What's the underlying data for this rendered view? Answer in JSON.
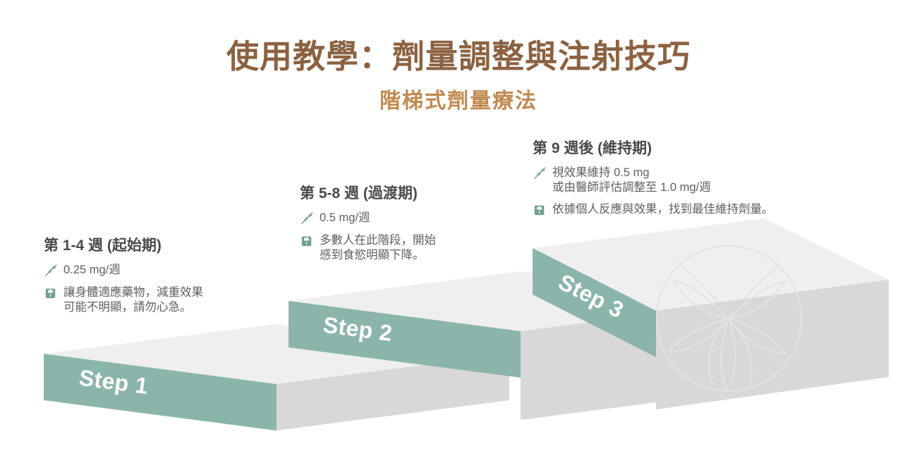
{
  "header": {
    "title": "使用教學：劑量調整與注射技巧",
    "subtitle": "階梯式劑量療法"
  },
  "colors": {
    "title": "#8b6241",
    "subtitle": "#c08a50",
    "step_face": "#8bb5ab",
    "step_top": "#efefef",
    "step_side": "#d8d8d8",
    "heading_text": "#4a4a4a",
    "body_text": "#5f5f5f",
    "step_label_text": "#ffffff",
    "watermark": "#e6e6e6"
  },
  "steps": [
    {
      "id": "step-1",
      "label": "Step 1",
      "heading": "第 1-4 週 (起始期)",
      "dose_icon": "syringe-icon",
      "dose": "0.25 mg/週",
      "note_icon": "scale-icon",
      "note": "讓身體適應藥物，減重效果\n可能不明顯，請勿心急。"
    },
    {
      "id": "step-2",
      "label": "Step 2",
      "heading": "第 5-8 週 (過渡期)",
      "dose_icon": "syringe-icon",
      "dose": "0.5 mg/週",
      "note_icon": "scale-icon",
      "note": "多數人在此階段，開始\n感到食慾明顯下降。"
    },
    {
      "id": "step-3",
      "label": "Step 3",
      "heading": "第 9 週後 (維持期)",
      "dose_icon": "syringe-icon",
      "dose": "視效果維持 0.5 mg\n或由醫師評估調整至 1.0 mg/週",
      "note_icon": "scale-icon",
      "note": "依據個人反應與效果，找到最佳維持劑量。"
    }
  ],
  "decoration": {
    "watermark": "botanical-circle-watermark"
  }
}
